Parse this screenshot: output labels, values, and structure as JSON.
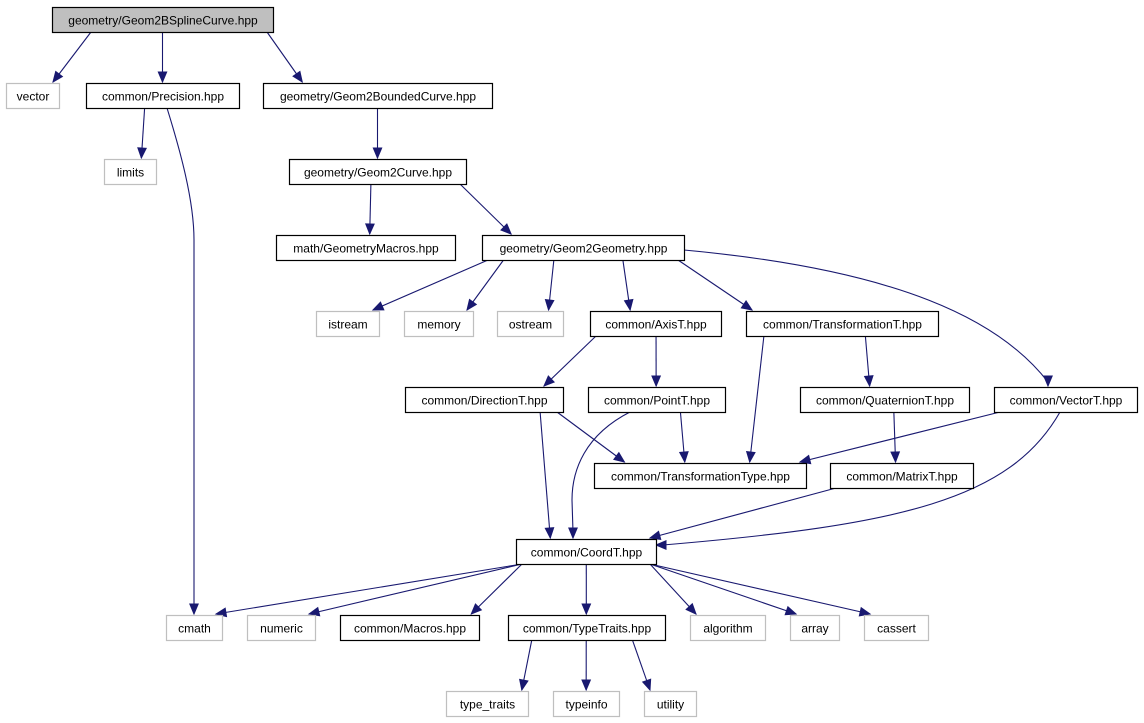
{
  "nodes": {
    "geom2bspline": {
      "label": "geometry/Geom2BSplineCurve.hpp",
      "kind": "root"
    },
    "vector": {
      "label": "vector",
      "kind": "external"
    },
    "precision": {
      "label": "common/Precision.hpp",
      "kind": "local"
    },
    "geom2bounded": {
      "label": "geometry/Geom2BoundedCurve.hpp",
      "kind": "local"
    },
    "limits": {
      "label": "limits",
      "kind": "external"
    },
    "geom2curve": {
      "label": "geometry/Geom2Curve.hpp",
      "kind": "local"
    },
    "geometrymacros": {
      "label": "math/GeometryMacros.hpp",
      "kind": "local"
    },
    "geom2geometry": {
      "label": "geometry/Geom2Geometry.hpp",
      "kind": "local"
    },
    "istream": {
      "label": "istream",
      "kind": "external"
    },
    "memory": {
      "label": "memory",
      "kind": "external"
    },
    "ostream": {
      "label": "ostream",
      "kind": "external"
    },
    "axist": {
      "label": "common/AxisT.hpp",
      "kind": "local"
    },
    "transformationt": {
      "label": "common/TransformationT.hpp",
      "kind": "local"
    },
    "directiont": {
      "label": "common/DirectionT.hpp",
      "kind": "local"
    },
    "pointt": {
      "label": "common/PointT.hpp",
      "kind": "local"
    },
    "quaterniont": {
      "label": "common/QuaternionT.hpp",
      "kind": "local"
    },
    "vectort": {
      "label": "common/VectorT.hpp",
      "kind": "local"
    },
    "transformationtype": {
      "label": "common/TransformationType.hpp",
      "kind": "local"
    },
    "matrixt": {
      "label": "common/MatrixT.hpp",
      "kind": "local"
    },
    "coordt": {
      "label": "common/CoordT.hpp",
      "kind": "local"
    },
    "cmath": {
      "label": "cmath",
      "kind": "external"
    },
    "numeric": {
      "label": "numeric",
      "kind": "external"
    },
    "macros": {
      "label": "common/Macros.hpp",
      "kind": "local"
    },
    "typetraits": {
      "label": "common/TypeTraits.hpp",
      "kind": "local"
    },
    "algorithm": {
      "label": "algorithm",
      "kind": "external"
    },
    "array": {
      "label": "array",
      "kind": "external"
    },
    "cassert": {
      "label": "cassert",
      "kind": "external"
    },
    "type_traits": {
      "label": "type_traits",
      "kind": "external"
    },
    "typeinfo": {
      "label": "typeinfo",
      "kind": "external"
    },
    "utility": {
      "label": "utility",
      "kind": "external"
    }
  },
  "edges": [
    [
      "geom2bspline",
      "vector"
    ],
    [
      "geom2bspline",
      "precision"
    ],
    [
      "geom2bspline",
      "geom2bounded"
    ],
    [
      "precision",
      "limits"
    ],
    [
      "precision",
      "cmath"
    ],
    [
      "geom2bounded",
      "geom2curve"
    ],
    [
      "geom2curve",
      "geometrymacros"
    ],
    [
      "geom2curve",
      "geom2geometry"
    ],
    [
      "geom2geometry",
      "istream"
    ],
    [
      "geom2geometry",
      "memory"
    ],
    [
      "geom2geometry",
      "ostream"
    ],
    [
      "geom2geometry",
      "axist"
    ],
    [
      "geom2geometry",
      "transformationt"
    ],
    [
      "geom2geometry",
      "vectort"
    ],
    [
      "axist",
      "directiont"
    ],
    [
      "axist",
      "pointt"
    ],
    [
      "transformationt",
      "quaterniont"
    ],
    [
      "transformationt",
      "transformationtype"
    ],
    [
      "directiont",
      "transformationtype"
    ],
    [
      "directiont",
      "coordt"
    ],
    [
      "pointt",
      "transformationtype"
    ],
    [
      "pointt",
      "coordt"
    ],
    [
      "vectort",
      "transformationtype"
    ],
    [
      "vectort",
      "coordt"
    ],
    [
      "quaterniont",
      "matrixt"
    ],
    [
      "matrixt",
      "coordt"
    ],
    [
      "coordt",
      "cmath"
    ],
    [
      "coordt",
      "numeric"
    ],
    [
      "coordt",
      "macros"
    ],
    [
      "coordt",
      "typetraits"
    ],
    [
      "coordt",
      "algorithm"
    ],
    [
      "coordt",
      "array"
    ],
    [
      "coordt",
      "cassert"
    ],
    [
      "typetraits",
      "type_traits"
    ],
    [
      "typetraits",
      "typeinfo"
    ],
    [
      "typetraits",
      "utility"
    ]
  ],
  "colors": {
    "edge": "#191970",
    "root_fill": "#bfbfbf",
    "local_border": "#000000",
    "external_border": "#bfbfbf"
  }
}
